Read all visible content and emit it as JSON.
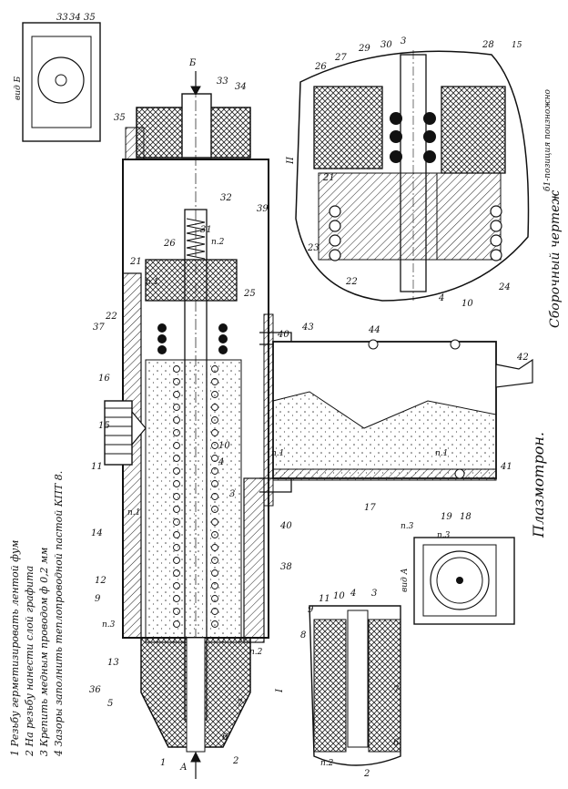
{
  "title": "Плазмотрон.",
  "subtitle": "Сборочный чертеж",
  "notes": [
    "1 Резьбу  герметизировать  лентой  фум",
    "2  На резьбу  нанести  слой  графита",
    "3  Крепить  медным  проводом  ф 0,2 мм",
    "4  Зазоры  заполнить  теплопроводной  пастой  КПТ 8."
  ],
  "views": {
    "view_b": "вид Б",
    "view_a": "вид А",
    "section_1": "I",
    "section_2": "II",
    "arrow_a": "А",
    "arrow_b": "Б"
  },
  "detail_notes": {
    "position_note": "б1-позиция  поизножно",
    "page_mark": "15"
  },
  "part_numbers": {
    "p1": "1",
    "p2": "2",
    "p3": "3",
    "p4": "4",
    "p5": "5",
    "p6": "6",
    "p7": "7",
    "p8": "8",
    "p9": "9",
    "p10": "10",
    "p11": "11",
    "p12": "12",
    "p13": "13",
    "p14": "14",
    "p15": "15",
    "p16": "16",
    "p17": "17",
    "p18": "18",
    "p19": "19",
    "p21": "21",
    "p22": "22",
    "p23": "23",
    "p24": "24",
    "p25": "25",
    "p26": "26",
    "p27": "27",
    "p28": "28",
    "p29": "29",
    "p30": "30",
    "p31": "31",
    "p32": "32",
    "p33": "33",
    "p34": "34",
    "p35": "35",
    "p36": "36",
    "p37": "37",
    "p38": "38",
    "p39": "39",
    "p40": "40",
    "p41": "41",
    "p42": "42",
    "p43": "43",
    "p44": "44"
  },
  "marks": {
    "n1": "п.1",
    "n2": "п.2",
    "n3": "п.3"
  }
}
